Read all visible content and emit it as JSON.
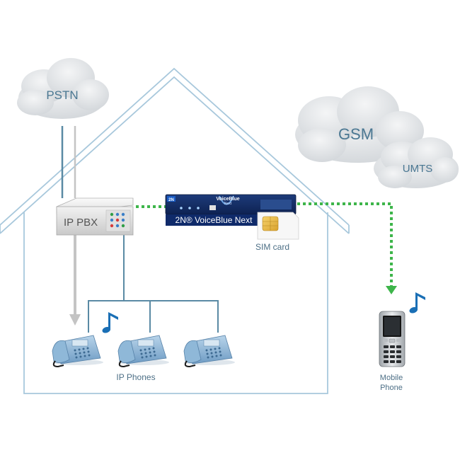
{
  "clouds": {
    "pstn": "PSTN",
    "gsm": "GSM",
    "umts": "UMTS"
  },
  "pbx": {
    "label": "IP PBX"
  },
  "gateway": {
    "logo": "2N",
    "brand_line1": "VoiceBlue",
    "brand_line2": "Next",
    "label": "2N® VoiceBlue Next"
  },
  "sim": {
    "label": "SIM card"
  },
  "phones": {
    "label": "IP Phones"
  },
  "mobile": {
    "label_line1": "Mobile",
    "label_line2": "Phone"
  },
  "colors": {
    "house_outline": "#a8c8dc",
    "cloud_fill": "#e1e4e7",
    "cloud_text": "#4a7792",
    "wire": "#5a8aa4",
    "gray_arrow": "#c4c4c4",
    "dotted_link": "#3db54a",
    "music_note": "#1a6fb5",
    "phone_body": "#8fb8d8"
  },
  "icons": [
    "cloud-icon",
    "pbx-icon",
    "gateway-icon",
    "sim-card-icon",
    "ip-phone-icon",
    "mobile-phone-icon",
    "music-note-icon"
  ]
}
